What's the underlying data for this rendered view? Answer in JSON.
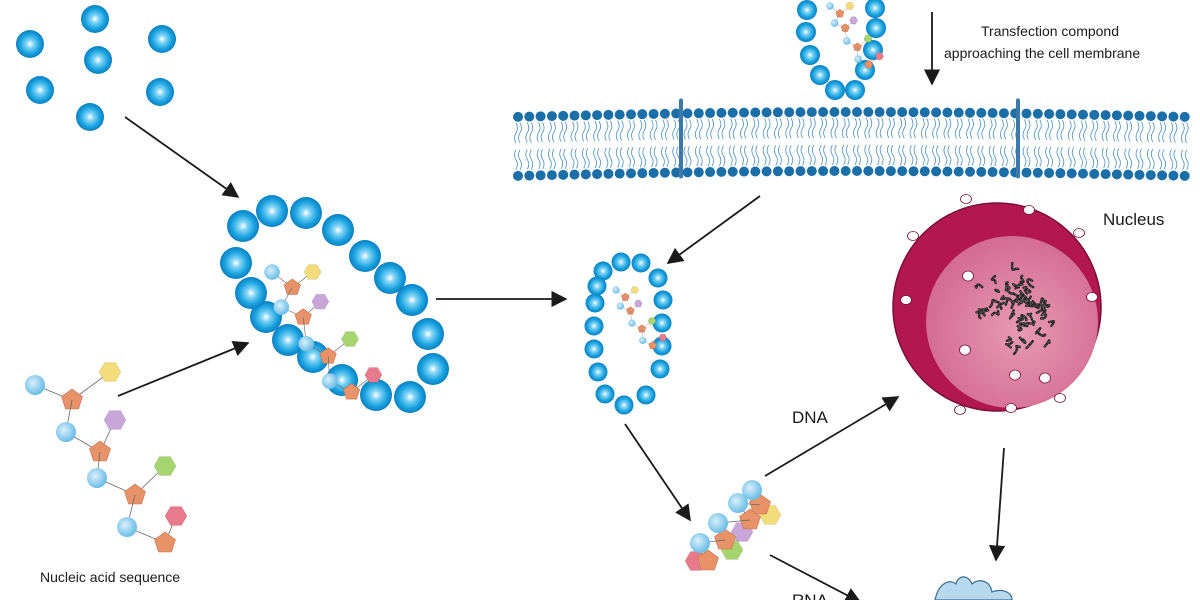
{
  "labels": {
    "nucleic_acid": "Nucleic acid sequence",
    "transfection_line1": "Transfection compond",
    "transfection_line2": "approaching the cell membrane",
    "nucleus": "Nucleus",
    "dna": "DNA",
    "rna": "RNA"
  },
  "colors": {
    "bead": "#1aa3e0",
    "bead_dark": "#0a7fc0",
    "membrane_head": "#1a6fa8",
    "membrane_tail": "#4a8fc0",
    "nucleus_outer": "#b3174f",
    "nucleus_inner": "#d96a8e",
    "chromatin": "#222222",
    "pentagon": "#e8926a",
    "hex_yellow": "#f3dc7a",
    "hex_purple": "#c8a6d8",
    "hex_green": "#a6d46e",
    "hex_red": "#e87a8c",
    "nucleotide_ball": "#7cc6ea",
    "arrow": "#1a1a1a",
    "ribosome": "#b8d8ee"
  },
  "icons": [
    "lipid-bead-icon",
    "membrane-icon",
    "nucleus-icon",
    "vesicle-icon",
    "nucleotide-chain-icon",
    "ribosome-icon"
  ]
}
